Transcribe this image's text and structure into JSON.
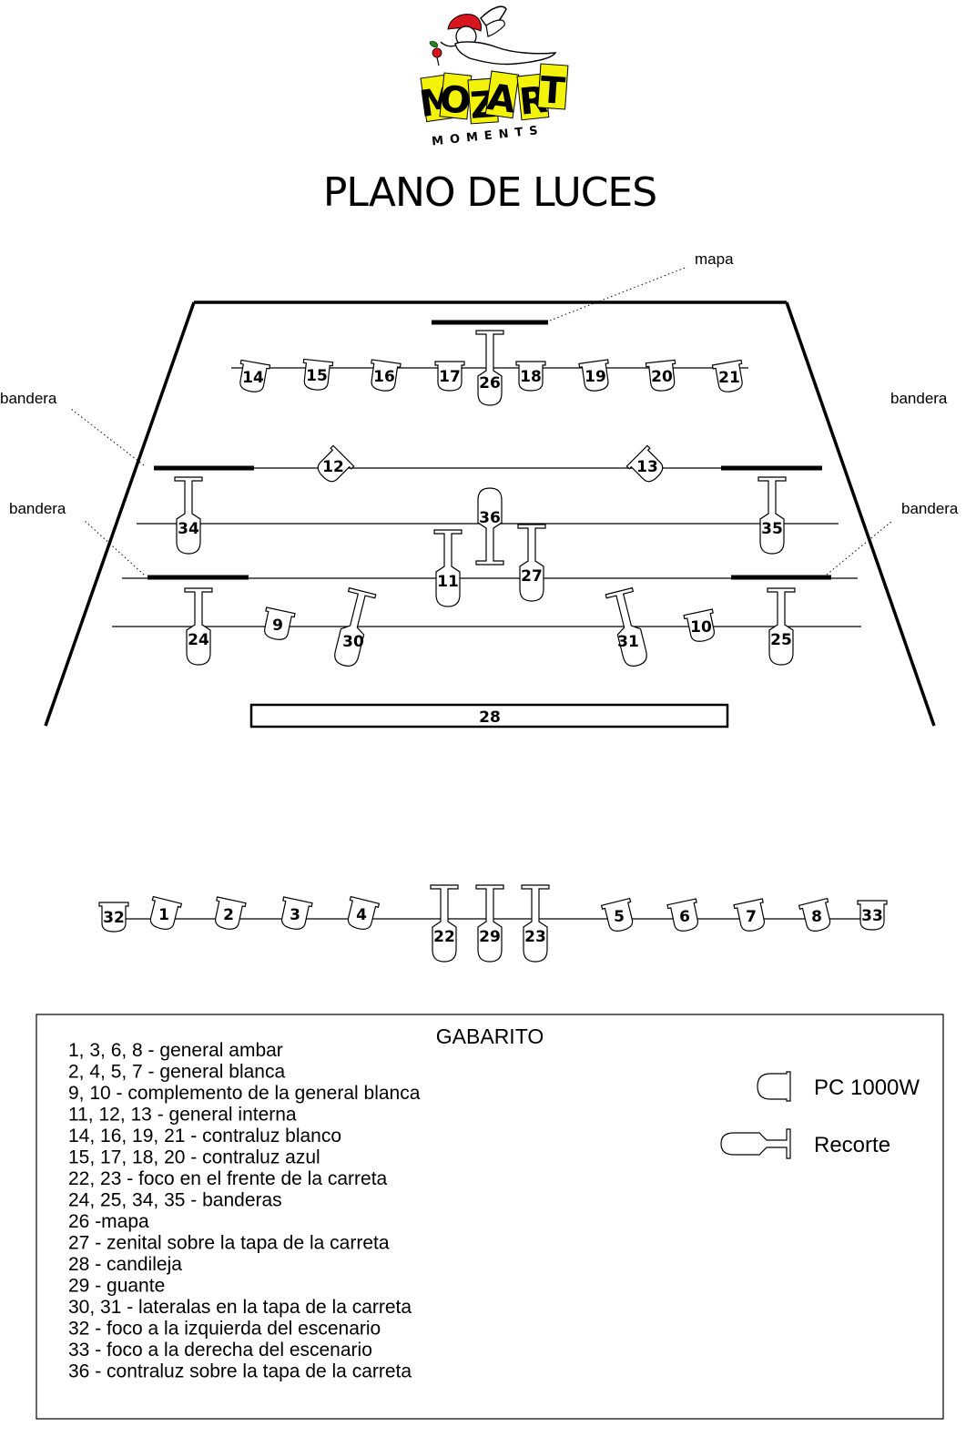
{
  "logo": {
    "word": "MOZART",
    "subword": "MOMENTS",
    "colors": {
      "yellow": "#f2f20a",
      "red": "#d8141c",
      "green": "#1e8a1e"
    }
  },
  "title": "PLANO DE LUCES",
  "annotations": {
    "mapa": "mapa",
    "bandera_top_left": "bandera",
    "bandera_top_right": "bandera",
    "bandera_mid_left": "bandera",
    "bandera_mid_right": "bandera"
  },
  "candileja": "28",
  "fixtures": [
    {
      "id": "14",
      "type": "pc"
    },
    {
      "id": "15",
      "type": "pc"
    },
    {
      "id": "16",
      "type": "pc"
    },
    {
      "id": "17",
      "type": "pc"
    },
    {
      "id": "26",
      "type": "recorte"
    },
    {
      "id": "18",
      "type": "pc"
    },
    {
      "id": "19",
      "type": "pc"
    },
    {
      "id": "20",
      "type": "pc"
    },
    {
      "id": "21",
      "type": "pc"
    },
    {
      "id": "12",
      "type": "pc"
    },
    {
      "id": "13",
      "type": "pc"
    },
    {
      "id": "34",
      "type": "recorte"
    },
    {
      "id": "36",
      "type": "recorte"
    },
    {
      "id": "35",
      "type": "recorte"
    },
    {
      "id": "11",
      "type": "recorte"
    },
    {
      "id": "27",
      "type": "recorte"
    },
    {
      "id": "24",
      "type": "recorte"
    },
    {
      "id": "9",
      "type": "pc"
    },
    {
      "id": "30",
      "type": "recorte"
    },
    {
      "id": "31",
      "type": "recorte"
    },
    {
      "id": "10",
      "type": "pc"
    },
    {
      "id": "25",
      "type": "recorte"
    },
    {
      "id": "32",
      "type": "pc"
    },
    {
      "id": "1",
      "type": "pc"
    },
    {
      "id": "2",
      "type": "pc"
    },
    {
      "id": "3",
      "type": "pc"
    },
    {
      "id": "4",
      "type": "pc"
    },
    {
      "id": "22",
      "type": "recorte"
    },
    {
      "id": "29",
      "type": "recorte"
    },
    {
      "id": "23",
      "type": "recorte"
    },
    {
      "id": "5",
      "type": "pc"
    },
    {
      "id": "6",
      "type": "pc"
    },
    {
      "id": "7",
      "type": "pc"
    },
    {
      "id": "8",
      "type": "pc"
    },
    {
      "id": "33",
      "type": "pc"
    }
  ],
  "legend": {
    "title": "GABARITO",
    "lines": [
      "1, 3, 6, 8 - general ambar",
      "2, 4, 5, 7 - general blanca",
      "9, 10 - complemento de la general blanca",
      "11, 12, 13 - general interna",
      "14, 16, 19, 21 - contraluz blanco",
      "15, 17, 18, 20 - contraluz azul",
      "22, 23 - foco en el frente de la carreta",
      "24, 25, 34, 35 - banderas",
      "26 -mapa",
      "27 - zenital sobre la tapa de la carreta",
      "28 - candileja",
      "29 - guante",
      "30, 31 - lateralas en la tapa de la carreta",
      "32 - foco a la izquierda del escenario",
      "33 - foco a la derecha del escenario",
      "36 - contraluz sobre la tapa de la carreta"
    ],
    "key": [
      {
        "type": "pc",
        "label": "PC 1000W"
      },
      {
        "type": "recorte",
        "label": "Recorte"
      }
    ]
  }
}
